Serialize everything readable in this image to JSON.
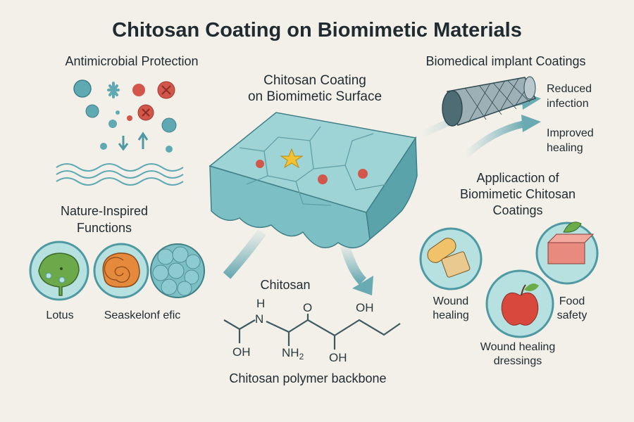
{
  "title": "Chitosan Coating on Biomimetic Materials",
  "antimicrobial": {
    "heading": "Antimicrobial Protection"
  },
  "center": {
    "heading_line1": "Chitosan Coating",
    "heading_line2": "on Biomimetic Surface"
  },
  "implant": {
    "heading": "Biomedical implant Coatings",
    "benefit1_line1": "Reduced",
    "benefit1_line2": "infection",
    "benefit2_line1": "Improved",
    "benefit2_line2": "healing"
  },
  "applications": {
    "heading_line1": "Applicaction of",
    "heading_line2": "Biomimetic Chitosan",
    "heading_line3": "Coatings",
    "items": [
      {
        "line1": "Wound",
        "line2": "healing"
      },
      {
        "line1": "Food",
        "line2": "safety"
      },
      {
        "line1": "Wound healing",
        "line2": "dressings"
      }
    ]
  },
  "nature": {
    "heading_line1": "Nature-Inspired",
    "heading_line2": "Functions",
    "items": [
      "Lotus",
      "Seaskelonf efic"
    ]
  },
  "chitosan": {
    "label": "Chitosan",
    "atoms": {
      "h": "H",
      "n": "N",
      "o": "O",
      "oh1": "OH",
      "oh2": "OH",
      "oh3": "OH",
      "nh": "NH",
      "sub2": "2"
    },
    "caption": "Chitosan polymer backbone"
  },
  "colors": {
    "background": "#f3f0ea",
    "teal": "#6fb9bf",
    "dark_teal": "#3f8f97",
    "red": "#d3564a",
    "text": "#1f2b30"
  }
}
